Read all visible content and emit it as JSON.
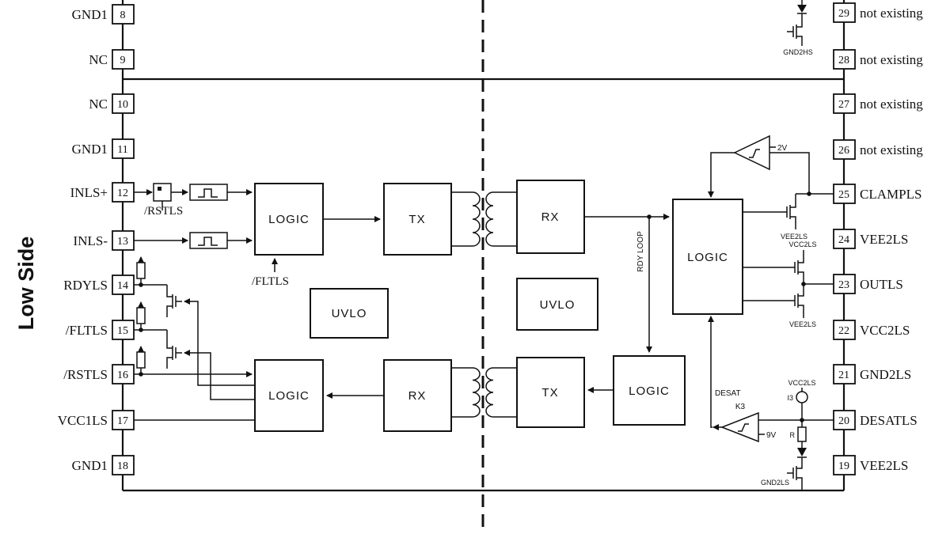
{
  "side_label": "Low Side",
  "pins": {
    "left": [
      {
        "label": "GND1",
        "num": "8"
      },
      {
        "label": "NC",
        "num": "9"
      },
      {
        "label": "NC",
        "num": "10"
      },
      {
        "label": "GND1",
        "num": "11"
      },
      {
        "label": "INLS+",
        "num": "12"
      },
      {
        "label": "INLS-",
        "num": "13"
      },
      {
        "label": "RDYLS",
        "num": "14"
      },
      {
        "label": "/FLTLS",
        "num": "15"
      },
      {
        "label": "/RSTLS",
        "num": "16"
      },
      {
        "label": "VCC1LS",
        "num": "17"
      },
      {
        "label": "GND1",
        "num": "18"
      }
    ],
    "right": [
      {
        "num": "29",
        "label": "not existing"
      },
      {
        "num": "28",
        "label": "not existing"
      },
      {
        "num": "27",
        "label": "not existing"
      },
      {
        "num": "26",
        "label": "not existing"
      },
      {
        "num": "25",
        "label": "CLAMPLS"
      },
      {
        "num": "24",
        "label": "VEE2LS"
      },
      {
        "num": "23",
        "label": "OUTLS"
      },
      {
        "num": "22",
        "label": "VCC2LS"
      },
      {
        "num": "21",
        "label": "GND2LS"
      },
      {
        "num": "20",
        "label": "DESATLS"
      },
      {
        "num": "19",
        "label": "VEE2LS"
      }
    ]
  },
  "blocks": {
    "logic_top_left": "LOGIC",
    "tx_top": "TX",
    "rx_top": "RX",
    "logic_main": "LOGIC",
    "uvlo_left": "UVLO",
    "uvlo_right": "UVLO",
    "logic_bottom_left": "LOGIC",
    "rx_bottom": "RX",
    "tx_bottom": "TX",
    "logic_bottom_right": "LOGIC"
  },
  "labels": {
    "rstls": "/RSTLS",
    "fltls": "/FLTLS",
    "rdy_loop": "RDY LOOP",
    "desat": "DESAT",
    "k3": "K3",
    "ref_2v": "2V",
    "ref_9v": "9V",
    "vee2ls_clamp": "VEE2LS",
    "vcc2ls_out": "VCC2LS",
    "vee2ls_out": "VEE2LS",
    "vcc2ls_desat": "VCC2LS",
    "i3": "I3",
    "r_desat": "R",
    "gnd2ls": "GND2LS",
    "gnd2hs": "GND2HS"
  }
}
